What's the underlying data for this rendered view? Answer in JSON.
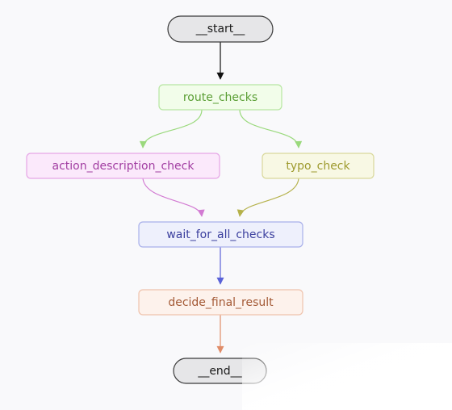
{
  "nodes": {
    "start": {
      "label": "__start__",
      "fill": "#e6e6e8",
      "stroke": "#3b3b3b",
      "text": "#1a1a1a"
    },
    "route_checks": {
      "label": "route_checks",
      "fill": "#f2fdea",
      "stroke": "#b7e6a2",
      "text": "#5a9e34"
    },
    "action_description_check": {
      "label": "action_description_check",
      "fill": "#fbe9fb",
      "stroke": "#e6a6e6",
      "text": "#a23ea2"
    },
    "typo_check": {
      "label": "typo_check",
      "fill": "#f8f8e4",
      "stroke": "#d9d89b",
      "text": "#9e9a2e"
    },
    "wait_for_all_checks": {
      "label": "wait_for_all_checks",
      "fill": "#eef0fc",
      "stroke": "#a9b0ea",
      "text": "#3b3f9e"
    },
    "decide_final_result": {
      "label": "decide_final_result",
      "fill": "#fdf2ec",
      "stroke": "#efc3ad",
      "text": "#a45a36"
    },
    "end": {
      "label": "__end__",
      "fill": "#e6e6e8",
      "stroke": "#3b3b3b",
      "text": "#1a1a1a"
    }
  },
  "edges": [
    {
      "from": "start",
      "to": "route_checks",
      "color": "#111111"
    },
    {
      "from": "route_checks",
      "to": "action_description_check",
      "color": "#9ad97c"
    },
    {
      "from": "route_checks",
      "to": "typo_check",
      "color": "#9ad97c"
    },
    {
      "from": "action_description_check",
      "to": "wait_for_all_checks",
      "color": "#d27ad2"
    },
    {
      "from": "typo_check",
      "to": "wait_for_all_checks",
      "color": "#b5b14a"
    },
    {
      "from": "wait_for_all_checks",
      "to": "decide_final_result",
      "color": "#5a62d8"
    },
    {
      "from": "decide_final_result",
      "to": "end",
      "color": "#e08c68"
    }
  ]
}
